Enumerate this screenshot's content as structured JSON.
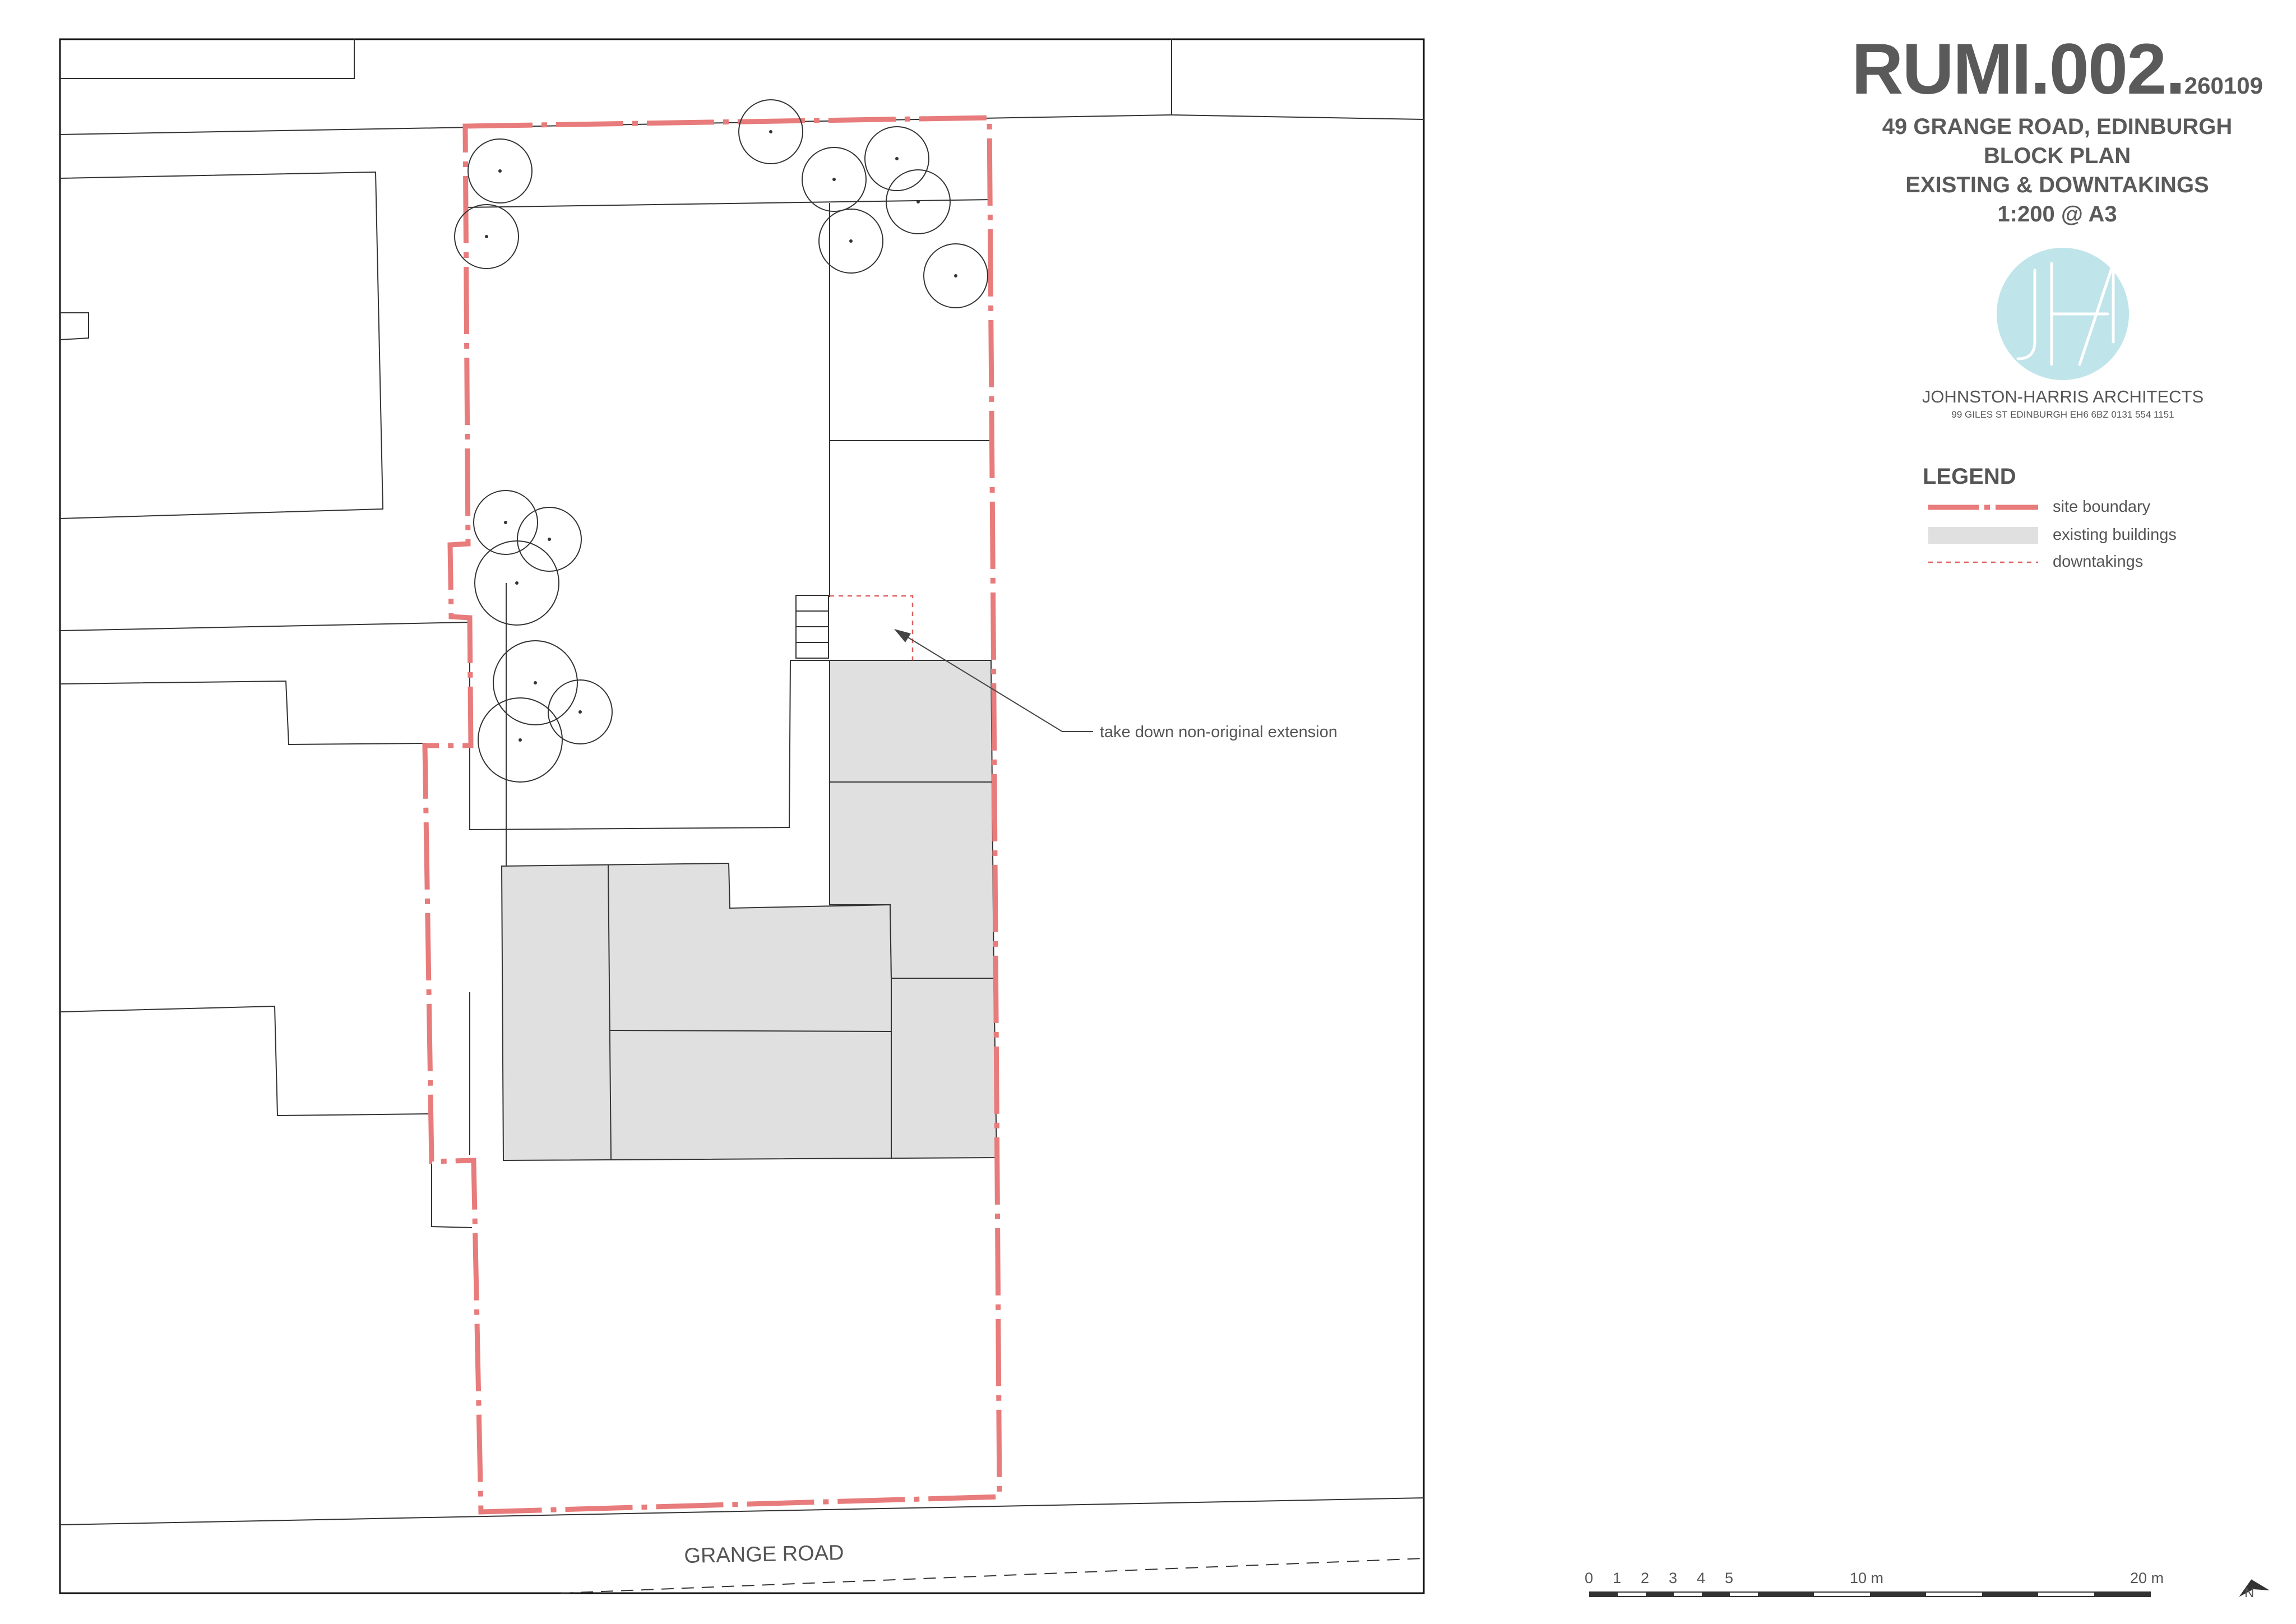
{
  "title_block": {
    "drawing_number": "RUMI.002.",
    "revision": "260109",
    "address": "49 GRANGE ROAD, EDINBURGH",
    "drawing_title": "BLOCK PLAN",
    "drawing_subtitle": "EXISTING & DOWNTAKINGS",
    "scale": "1:200 @ A3"
  },
  "firm": {
    "name": "JOHNSTON-HARRIS ARCHITECTS",
    "address": "99 GILES ST EDINBURGH EH6 6BZ 0131 554 1151",
    "logo_icon": "jha-monogram-icon",
    "logo_color": "#bfe4ea"
  },
  "legend": {
    "title": "LEGEND",
    "items": [
      {
        "label": "site boundary",
        "swatch": "dash-dot-line",
        "color": "#e87b7b"
      },
      {
        "label": "existing buildings",
        "swatch": "solid-fill",
        "color": "#e0e0e0"
      },
      {
        "label": "downtakings",
        "swatch": "dashed-line",
        "color": "#e06060"
      }
    ]
  },
  "annotations": {
    "callout": "take down non-original extension",
    "road_name": "GRANGE ROAD"
  },
  "scale_bar": {
    "labels": [
      "0",
      "1",
      "2",
      "3",
      "4",
      "5",
      "10 m",
      "20 m"
    ]
  },
  "north_arrow": {
    "label": "N",
    "icon": "north-arrow-icon"
  },
  "colors": {
    "boundary": "#e87b7b",
    "building_fill": "#e0e0e0",
    "linework": "#333333"
  }
}
